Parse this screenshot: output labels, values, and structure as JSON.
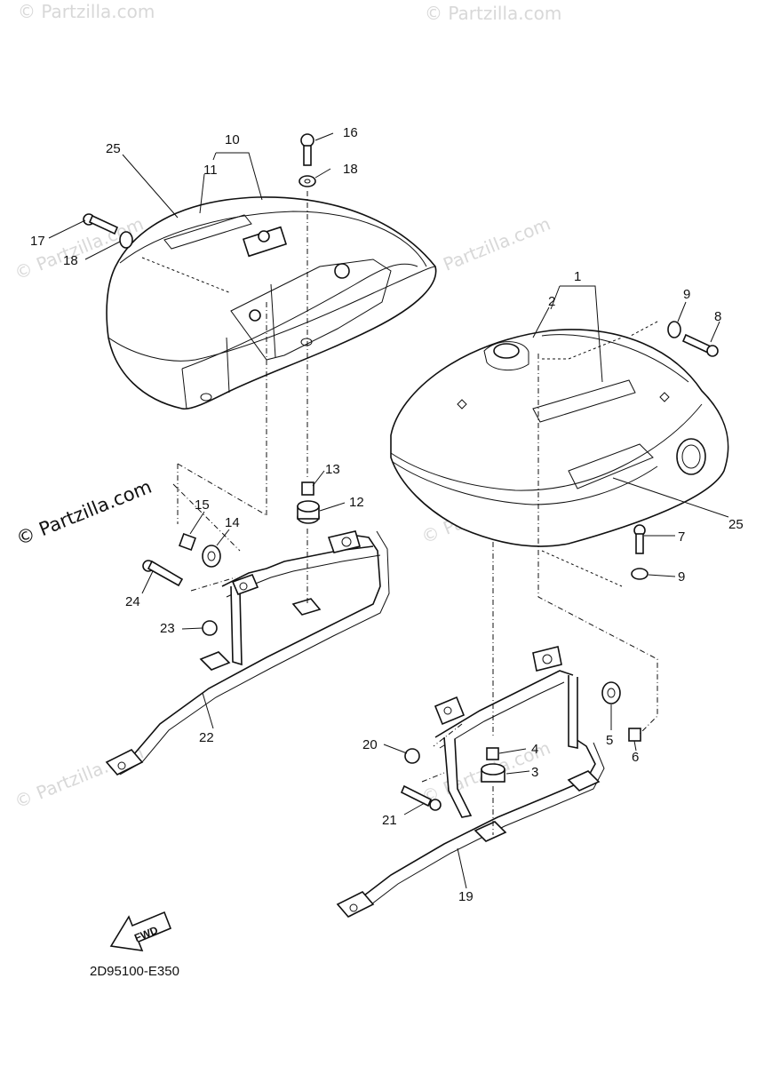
{
  "brand": "© Partzilla.com",
  "watermark": "© Partzilla.com",
  "diagram_code": "2D95100-E350",
  "fwd_label": "FWD",
  "callouts": {
    "c1": "1",
    "c2": "2",
    "c3": "3",
    "c4": "4",
    "c5": "5",
    "c6": "6",
    "c7": "7",
    "c8": "8",
    "c9a": "9",
    "c9b": "9",
    "c10": "10",
    "c11": "11",
    "c12": "12",
    "c13": "13",
    "c14": "14",
    "c15": "15",
    "c16": "16",
    "c17": "17",
    "c18a": "18",
    "c18b": "18",
    "c19": "19",
    "c20": "20",
    "c21": "21",
    "c22": "22",
    "c23": "23",
    "c24": "24",
    "c25a": "25",
    "c25b": "25"
  }
}
